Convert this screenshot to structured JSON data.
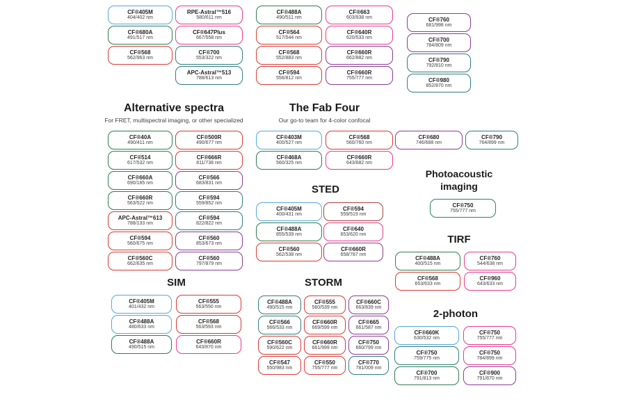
{
  "page": {
    "background": "#ffffff"
  },
  "palette": {
    "lightblue": "#55a7de",
    "green": "#2e7d4e",
    "teal": "#2e7d7b",
    "red": "#d93832",
    "darkred": "#a8403c",
    "pink": "#e8398e",
    "purple": "#8a3a96"
  },
  "sections": {
    "alt": {
      "title": "Alternative spectra",
      "subtitle": "For FRET, multispectral imaging, or other specialized"
    },
    "fab": {
      "title": "The Fab Four",
      "subtitle": "Our go-to team for 4-color confocal"
    },
    "sted": {
      "title": "STED"
    },
    "photoacoustic": {
      "title_line1": "Photoacoustic",
      "title_line2": "imaging"
    },
    "tirf": {
      "title": "TIRF"
    },
    "sim": {
      "title": "SIM"
    },
    "storm": {
      "title": "STORM"
    },
    "two_photon": {
      "title": "2-photon"
    }
  },
  "groups": {
    "top_left": {
      "col1": [
        {
          "name": "CF®405M",
          "value": "404/402 nm",
          "color": "lightblue"
        },
        {
          "name": "CF®680A",
          "value": "491/517 nm",
          "color": "green"
        },
        {
          "name": "CF®568",
          "value": "562/963 nm",
          "color": "red"
        }
      ],
      "col2": [
        {
          "name": "RPE-Astral™516",
          "value": "580/611 nm",
          "color": "pink"
        },
        {
          "name": "CF®647Plus",
          "value": "667/558 nm",
          "color": "pink"
        },
        {
          "name": "CF®700",
          "value": "553/322 nm",
          "color": "teal"
        },
        {
          "name": "APC-Astral™513",
          "value": "788/613 nm",
          "color": "teal"
        }
      ]
    },
    "top_mid": {
      "col1": [
        {
          "name": "CF®488A",
          "value": "490/511 nm",
          "color": "green"
        },
        {
          "name": "CF®564",
          "value": "517/544 nm",
          "color": "red"
        },
        {
          "name": "CF®568",
          "value": "552/883 nm",
          "color": "red"
        },
        {
          "name": "CF®594",
          "value": "556/812 nm",
          "color": "red"
        }
      ],
      "col2": [
        {
          "name": "CF®663",
          "value": "603/938 nm",
          "color": "pink"
        },
        {
          "name": "CF®640R",
          "value": "620/533 nm",
          "color": "pink"
        },
        {
          "name": "CF®660R",
          "value": "662/882 nm",
          "color": "purple"
        },
        {
          "name": "CF®660R",
          "value": "755/777 nm",
          "color": "purple"
        }
      ]
    },
    "top_right": {
      "col1": [
        {
          "name": "CF®760",
          "value": "681/998 nm",
          "color": "purple"
        },
        {
          "name": "CF®700",
          "value": "784/809 nm",
          "color": "purple"
        },
        {
          "name": "CF®790",
          "value": "792/810 nm",
          "color": "teal"
        },
        {
          "name": "CF®980",
          "value": "852/870 nm",
          "color": "teal"
        }
      ]
    },
    "alt": {
      "col1": [
        {
          "name": "CF®40A",
          "value": "490/411 nm",
          "color": "green"
        },
        {
          "name": "CF®514",
          "value": "617/532 nm",
          "color": "green"
        },
        {
          "name": "CF®660A",
          "value": "690/185 nm",
          "color": "green"
        },
        {
          "name": "CF®660R",
          "value": "563/522 nm",
          "color": "green"
        },
        {
          "name": "APC-Astral™613",
          "value": "788/133 nm",
          "color": "red"
        },
        {
          "name": "CF®594",
          "value": "560/675 nm",
          "color": "red"
        },
        {
          "name": "CF®560C",
          "value": "662/635 nm",
          "color": "red"
        }
      ],
      "col2": [
        {
          "name": "CF®500R",
          "value": "490/677 nm",
          "color": "red"
        },
        {
          "name": "CF®666R",
          "value": "811/738 nm",
          "color": "red"
        },
        {
          "name": "CF®566",
          "value": "683/831 nm",
          "color": "purple"
        },
        {
          "name": "CF®594",
          "value": "559/852 nm",
          "color": "teal"
        },
        {
          "name": "CF®594",
          "value": "822/822 nm",
          "color": "teal"
        },
        {
          "name": "CF®560",
          "value": "853/673 nm",
          "color": "purple"
        },
        {
          "name": "CF®560",
          "value": "797/879 nm",
          "color": "purple"
        }
      ]
    },
    "fab": {
      "col1": [
        {
          "name": "CF®403M",
          "value": "400/527 nm",
          "color": "lightblue"
        },
        {
          "name": "CF®468A",
          "value": "560/325 nm",
          "color": "green"
        }
      ],
      "col2": [
        {
          "name": "CF®568",
          "value": "560/760 nm",
          "color": "red"
        },
        {
          "name": "CF®660R",
          "value": "643/682 nm",
          "color": "pink"
        }
      ]
    },
    "right_pair": {
      "col1": [
        {
          "name": "CF®680",
          "value": "746/688 nm",
          "color": "purple"
        }
      ],
      "col2": [
        {
          "name": "CF®790",
          "value": "764/899 nm",
          "color": "teal"
        }
      ]
    },
    "sted": {
      "col1": [
        {
          "name": "CF®405M",
          "value": "400/431 nm",
          "color": "lightblue"
        },
        {
          "name": "CF®488A",
          "value": "855/539 nm",
          "color": "green"
        },
        {
          "name": "CF®560",
          "value": "562/538 nm",
          "color": "red"
        }
      ],
      "col2": [
        {
          "name": "CF®594",
          "value": "559/519 nm",
          "color": "darkred"
        },
        {
          "name": "CF®640",
          "value": "653/620 nm",
          "color": "pink"
        },
        {
          "name": "CF®660R",
          "value": "658/787 nm",
          "color": "purple"
        }
      ]
    },
    "photoacoustic": {
      "col1": [
        {
          "name": "CF®750",
          "value": "755/777 nm",
          "color": "teal"
        }
      ]
    },
    "tirf": {
      "col1": [
        {
          "name": "CF®488A",
          "value": "400/515 nm",
          "color": "green"
        },
        {
          "name": "CF®568",
          "value": "653/633 nm",
          "color": "red"
        }
      ],
      "col2": [
        {
          "name": "CF®760",
          "value": "544/638 nm",
          "color": "pink"
        },
        {
          "name": "CF®960",
          "value": "643/633 nm",
          "color": "pink"
        }
      ]
    },
    "sim": {
      "col1": [
        {
          "name": "CF®405M",
          "value": "401/432 nm",
          "color": "lightblue"
        },
        {
          "name": "CF®488A",
          "value": "480/633 nm",
          "color": "lightblue"
        },
        {
          "name": "CF®488A",
          "value": "490/515 nm",
          "color": "green"
        }
      ],
      "col2": [
        {
          "name": "CF®555",
          "value": "563/550 nm",
          "color": "red"
        },
        {
          "name": "CF®568",
          "value": "563/593 nm",
          "color": "red"
        },
        {
          "name": "CF®660R",
          "value": "643/870 nm",
          "color": "pink"
        }
      ]
    },
    "storm": {
      "col1": [
        {
          "name": "CF®488A",
          "value": "490/515 nm",
          "color": "teal"
        },
        {
          "name": "CF®566",
          "value": "566/533 nm",
          "color": "teal"
        },
        {
          "name": "CF®560C",
          "value": "590/622 nm",
          "color": "red"
        },
        {
          "name": "CF®547",
          "value": "550/983 nm",
          "color": "red"
        }
      ],
      "col2": [
        {
          "name": "CF®555",
          "value": "560/539 nm",
          "color": "red"
        },
        {
          "name": "CF®660R",
          "value": "669/599 nm",
          "color": "red"
        },
        {
          "name": "CF®660R",
          "value": "661/999 nm",
          "color": "red"
        },
        {
          "name": "CF®550",
          "value": "755/777 nm",
          "color": "red"
        }
      ],
      "col3": [
        {
          "name": "CF®660C",
          "value": "663/839 nm",
          "color": "purple"
        },
        {
          "name": "CF®665",
          "value": "661/587 nm",
          "color": "purple"
        },
        {
          "name": "CF®750",
          "value": "660/799 nm",
          "color": "purple"
        },
        {
          "name": "CF®770",
          "value": "781/009 nm",
          "color": "teal"
        }
      ]
    },
    "two_photon": {
      "col1": [
        {
          "name": "CF®660K",
          "value": "630/532 nm",
          "color": "lightblue"
        },
        {
          "name": "CF®750",
          "value": "759/775 nm",
          "color": "teal"
        },
        {
          "name": "CF®700",
          "value": "791/813 nm",
          "color": "green"
        }
      ],
      "col2": [
        {
          "name": "CF®750",
          "value": "755/777 nm",
          "color": "pink"
        },
        {
          "name": "CF®750",
          "value": "784/899 nm",
          "color": "pink"
        },
        {
          "name": "CF®900",
          "value": "791/870 nm",
          "color": "purple"
        }
      ]
    }
  }
}
